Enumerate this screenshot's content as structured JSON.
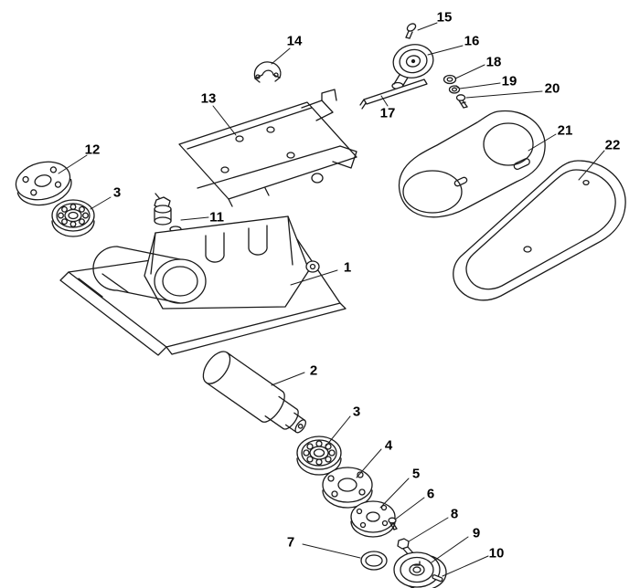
{
  "figure": {
    "kind": "exploded-parts-diagram",
    "background_color": "#ffffff",
    "line_color": "#1a1a1a",
    "label_color": "#000000"
  },
  "callouts": [
    {
      "label": "15"
    },
    {
      "label": "16"
    },
    {
      "label": "18"
    },
    {
      "label": "19"
    },
    {
      "label": "20"
    },
    {
      "label": "14"
    },
    {
      "label": "13"
    },
    {
      "label": "17"
    },
    {
      "label": "21"
    },
    {
      "label": "22"
    },
    {
      "label": "12"
    },
    {
      "label": "3"
    },
    {
      "label": "11"
    },
    {
      "label": "1"
    },
    {
      "label": "2"
    },
    {
      "label": "3"
    },
    {
      "label": "4"
    },
    {
      "label": "5"
    },
    {
      "label": "6"
    },
    {
      "label": "8"
    },
    {
      "label": "7"
    },
    {
      "label": "9"
    },
    {
      "label": "10"
    }
  ]
}
